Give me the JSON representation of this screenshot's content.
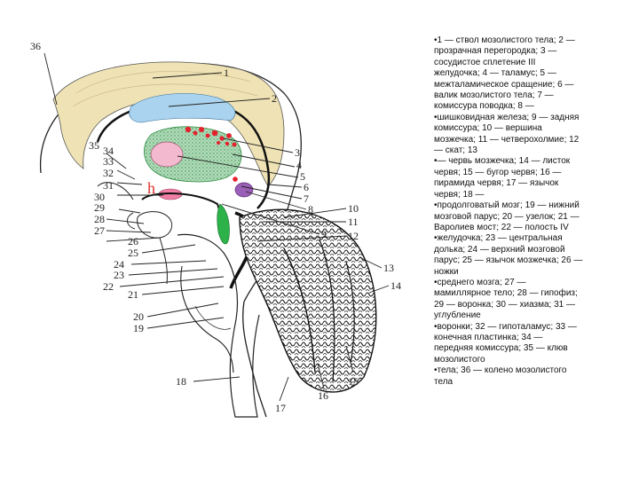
{
  "figure": {
    "annotation": "h",
    "labels": {
      "l1": "1",
      "l2": "2",
      "l3": "3",
      "l4": "4",
      "l5": "5",
      "l6": "6",
      "l7": "7",
      "l8": "8",
      "l9": "9",
      "l10": "10",
      "l11": "11",
      "l12": "12",
      "l13": "13",
      "l14": "14",
      "l15": "15",
      "l16": "16",
      "l17": "17",
      "l18": "18",
      "l19": "19",
      "l20": "20",
      "l21": "21",
      "l22": "22",
      "l23": "23",
      "l24": "24",
      "l25": "25",
      "l26": "26",
      "l27": "27",
      "l28": "28",
      "l29": "29",
      "l30": "30",
      "l31": "31",
      "l32": "32",
      "l33": "33",
      "l34": "34",
      "l35": "35",
      "l36": "36"
    },
    "colors": {
      "corpus": "#efe2b4",
      "ventricle": "#a9d3ee",
      "thalamus": "#b3dcbc",
      "interthalamic": "#f3b9cf",
      "choroid": "#e5212e",
      "pineal": "#9a5fb6",
      "aqueduct": "#2db24a",
      "hypothalamus": "#f07fa6",
      "annotation": "#e0302a"
    }
  },
  "legend": {
    "lines": [
      "•1 — ствол мозолистого тела; 2 —",
      "прозрачная перегородка; 3 —",
      "сосудистое сплетение III",
      "желудочка; 4 — таламус; 5 —",
      "межталамическое сращение; 6 —",
      "валик мозолистого тела; 7 —",
      "комиссура поводка; 8 —",
      "•шишковидная железа; 9 — задняя",
      "комиссура; 10 — вершина",
      "мозжечка; 11 — четверохолмие; 12",
      "— скат; 13",
      "•— червь мозжечка; 14 — листок",
      "червя; 15 — бугор червя; 16 —",
      "пирамида червя; 17 — язычок",
      "червя; 18 —",
      "•продолговатый мозг; 19 — нижний",
      "мозговой парус; 20 — узелок; 21 —",
      "Варолиев мост; 22 — полость IV",
      "•желудочка; 23 — центральная",
      "долька; 24 — верхний мозговой",
      "парус; 25 — язычок мозжечка; 26 —",
      "ножки",
      "•среднего мозга; 27 —",
      "мамиллярное тело; 28 — гипофиз;",
      "29 — воронка; 30 — хиазма; 31 —",
      "углубление",
      "•воронки; 32 — гипоталамус; 33 —",
      "конечная пластинка; 34 —",
      "передняя комиссура; 35 — клюв",
      "мозолистого",
      "•тела; 36 — колено мозолистого",
      "тела"
    ]
  }
}
